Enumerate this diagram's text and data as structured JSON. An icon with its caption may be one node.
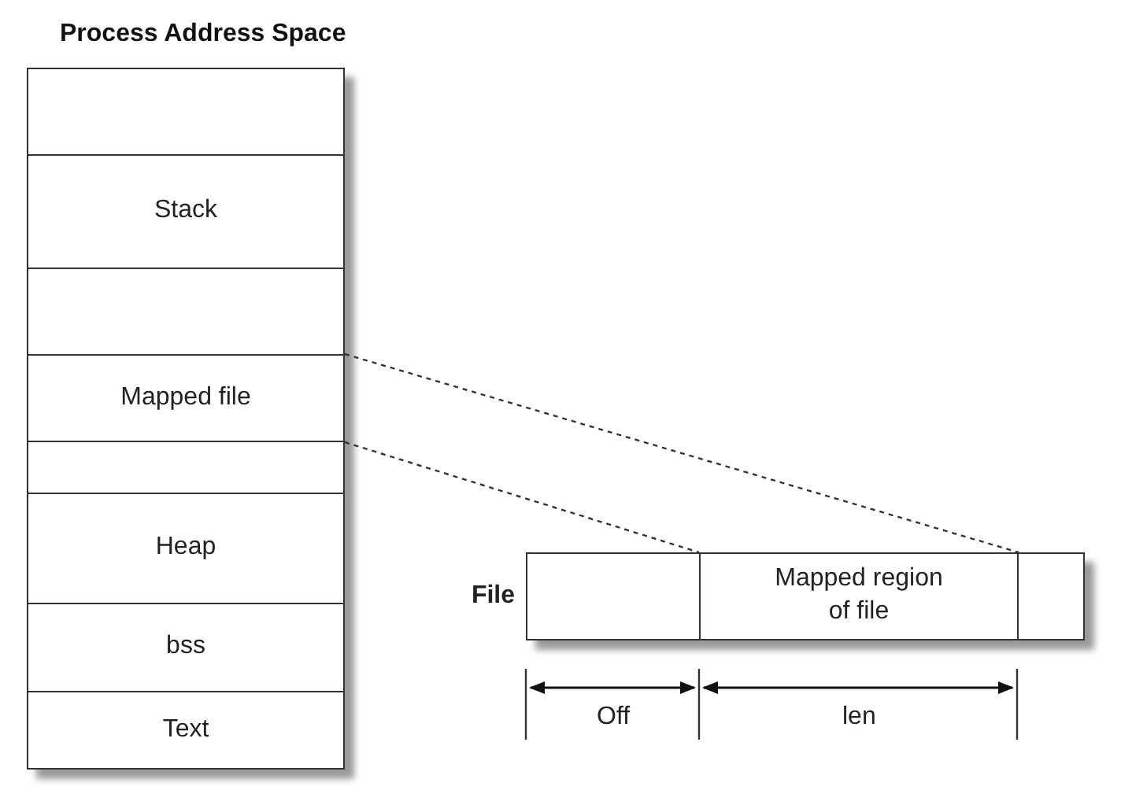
{
  "diagram": {
    "title": "Process Address Space",
    "nodes": [
      {
        "text": [],
        "shape": "box"
      },
      {
        "text": [
          "Stack"
        ]
      },
      {
        "text": [],
        "shape": "box"
      },
      {
        "text": [
          "Mapped file"
        ]
      },
      {
        "text": [],
        "shape": "box"
      },
      {
        "text": [
          "Heap"
        ]
      },
      {
        "text": [
          "bss"
        ]
      },
      {
        "text": [
          "Text"
        ]
      },
      {
        "text": [],
        "shape": "box",
        "beside": [
          "File"
        ]
      },
      {
        "text": [
          "Mapped region of file"
        ]
      },
      {
        "text": [],
        "shape": "box"
      }
    ],
    "edges": [
      {
        "from": 3,
        "to": 9,
        "arrow": "none",
        "style": "dashed"
      },
      {
        "from": 3,
        "to": 9,
        "arrow": "none",
        "style": "dashed"
      }
    ],
    "labels": [
      "Off",
      "len"
    ]
  }
}
